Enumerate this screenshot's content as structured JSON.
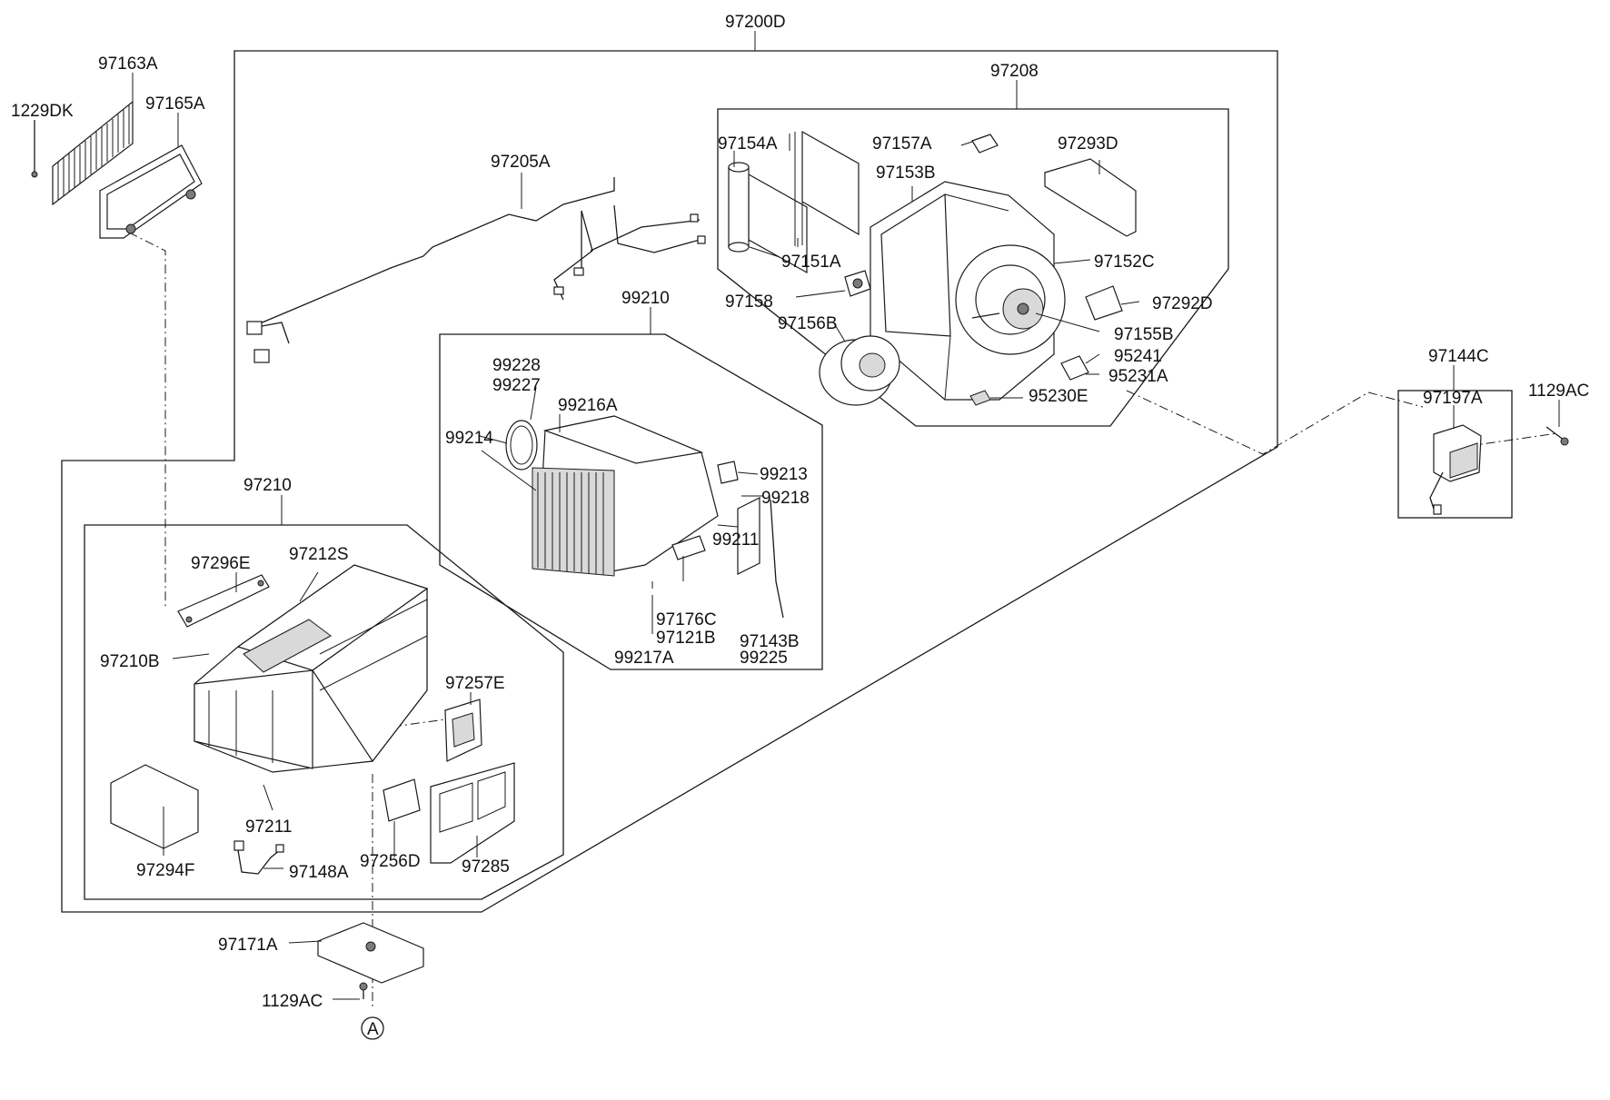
{
  "labels": {
    "l_97200D": "97200D",
    "l_97163A": "97163A",
    "l_1229DK": "1229DK",
    "l_97165A": "97165A",
    "l_97205A": "97205A",
    "l_97208": "97208",
    "l_97154A": "97154A",
    "l_97157A": "97157A",
    "l_97153B": "97153B",
    "l_97293D": "97293D",
    "l_97151A": "97151A",
    "l_97152C": "97152C",
    "l_97158": "97158",
    "l_97292D": "97292D",
    "l_97156B": "97156B",
    "l_97155B": "97155B",
    "l_95241": "95241",
    "l_95231A": "95231A",
    "l_95230E": "95230E",
    "l_99210": "99210",
    "l_99228": "99228",
    "l_99227": "99227",
    "l_99216A": "99216A",
    "l_99214": "99214",
    "l_99213": "99213",
    "l_99218": "99218",
    "l_99211": "99211",
    "l_97176C": "97176C",
    "l_97121B": "97121B",
    "l_97143B": "97143B",
    "l_99217A": "99217A",
    "l_99225": "99225",
    "l_97210": "97210",
    "l_97296E": "97296E",
    "l_97212S": "97212S",
    "l_97210B": "97210B",
    "l_97257E": "97257E",
    "l_97211": "97211",
    "l_97294F": "97294F",
    "l_97148A": "97148A",
    "l_97256D": "97256D",
    "l_97285": "97285",
    "l_97171A": "97171A",
    "l_1129AC_bottom": "1129AC",
    "l_A": "A",
    "l_97144C": "97144C",
    "l_97197A": "97197A",
    "l_1129AC_right": "1129AC"
  },
  "colors": {
    "line": "#1a1a1a",
    "background": "#ffffff",
    "shade": "#d9d9d9"
  }
}
